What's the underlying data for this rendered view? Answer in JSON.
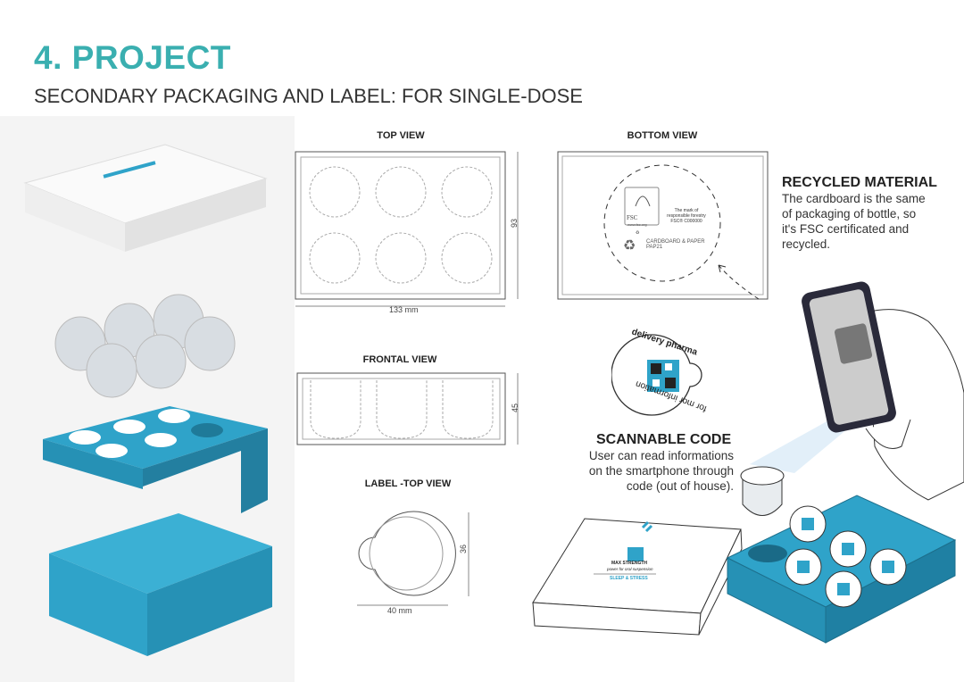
{
  "header": {
    "title": "4. PROJECT",
    "subtitle": "SECONDARY PACKAGING AND LABEL: FOR SINGLE-DOSE"
  },
  "views": {
    "top": {
      "label": "TOP VIEW",
      "width": "133 mm",
      "height": "93"
    },
    "bottom": {
      "label": "BOTTOM VIEW",
      "fsc_mark": "FSC",
      "fsc_site": "www.fsc.org",
      "fsc_text1": "The mark of",
      "fsc_text2": "responsible forestry",
      "fsc_code": "FSC® C000000",
      "recycle_text": "CARDBOARD & PAPER",
      "recycle_code": "PAP21"
    },
    "frontal": {
      "label": "FRONTAL VIEW",
      "height": "45"
    },
    "label_top": {
      "label": "LABEL -TOP VIEW",
      "width": "40 mm",
      "height": "36"
    }
  },
  "recycled": {
    "title": "RECYCLED MATERIAL",
    "lines": [
      "The cardboard is the same",
      "of packaging of bottle, so",
      "it's FSC certificated and",
      "recycled."
    ]
  },
  "sticker": {
    "brand": "delivery pharma",
    "bottom_text": "for mor information"
  },
  "scannable": {
    "title": "SCANNABLE CODE",
    "lines": [
      "User can read informations",
      "on the smartphone through",
      "code (out of house)."
    ]
  },
  "box_label": {
    "strength": "MAX STRENGTH",
    "desc": "power for oral suspension",
    "variant": "SLEEP & STRESS"
  },
  "colors": {
    "accent": "#3aafb0",
    "packaging_blue": "#2fa3c9"
  }
}
